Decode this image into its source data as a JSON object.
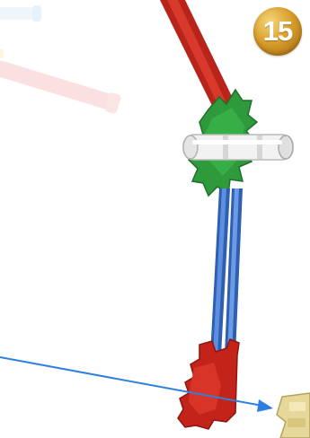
{
  "instruction_step": {
    "number": "15",
    "badge_color": "#d9a02c"
  },
  "parts": {
    "long_rod": {
      "icon": "red-rod",
      "color": "#c0281c"
    },
    "gear_connector": {
      "icon": "green-gear-connector",
      "color": "#2e9a3a"
    },
    "white_rod": {
      "icon": "white-rod",
      "color": "#e8e8e8"
    },
    "blue_rods": {
      "icon": "blue-rod",
      "color": "#3a6fc0"
    },
    "bottom_connector": {
      "icon": "red-gear-connector",
      "color": "#c4231a"
    },
    "target_part": {
      "icon": "tan-connector",
      "color": "#e6d79a"
    },
    "faded_background_parts": {
      "icon": "faded-rods",
      "color": "#f4c4c4"
    }
  },
  "arrow": {
    "icon": "blue-arrow",
    "color": "#2f7fe0"
  }
}
